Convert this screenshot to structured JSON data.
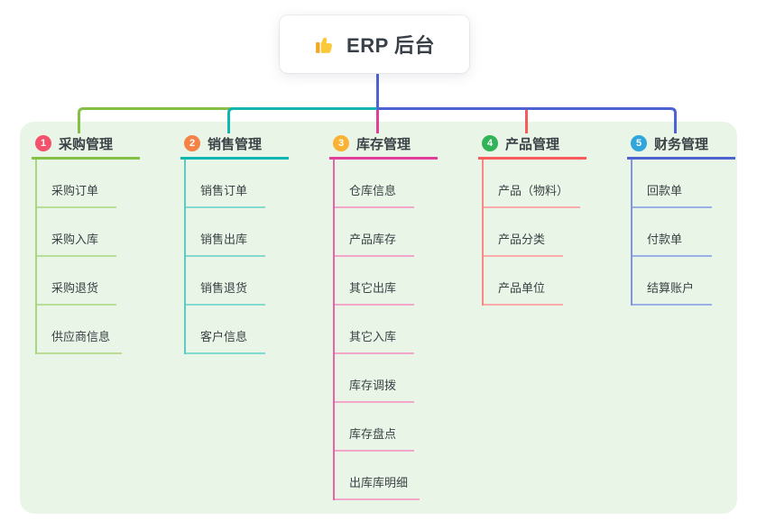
{
  "root": {
    "label": "ERP 后台",
    "icon": "thumbs-up-icon",
    "icon_colors": {
      "hand": "#fcc93d",
      "sleeve": "#f2a723"
    },
    "box_background": "#ffffff",
    "text_color": "#3a4048",
    "trunk_color": "#4e63d2"
  },
  "panel": {
    "background": "#e9f6e7"
  },
  "text_color": "#3c4146",
  "branches": [
    {
      "number": "1",
      "label": "采购管理",
      "badge_color": "#f4516c",
      "line_color": "#84bf46",
      "spine_color": "#a9d580",
      "sub_line_color": "#b9dd94",
      "items": [
        "采购订单",
        "采购入库",
        "采购退货",
        "供应商信息"
      ]
    },
    {
      "number": "2",
      "label": "销售管理",
      "badge_color": "#f58345",
      "line_color": "#13b5b1",
      "spine_color": "#5fcac3",
      "sub_line_color": "#84d8d2",
      "items": [
        "销售订单",
        "销售出库",
        "销售退货",
        "客户信息"
      ]
    },
    {
      "number": "3",
      "label": "库存管理",
      "badge_color": "#f9b234",
      "line_color": "#e03e98",
      "spine_color": "#e863a7",
      "sub_line_color": "#f4a6ca",
      "items": [
        "仓库信息",
        "产品库存",
        "其它出库",
        "其它入库",
        "库存调拨",
        "库存盘点",
        "出库库明细"
      ]
    },
    {
      "number": "4",
      "label": "产品管理",
      "badge_color": "#33b357",
      "line_color": "#f95b5b",
      "spine_color": "#f88787",
      "sub_line_color": "#fbaaaa",
      "items": [
        "产品（物料）",
        "产品分类",
        "产品单位"
      ]
    },
    {
      "number": "5",
      "label": "财务管理",
      "badge_color": "#30a6db",
      "line_color": "#4e63d2",
      "spine_color": "#7f97e0",
      "sub_line_color": "#9cb0e8",
      "items": [
        "回款单",
        "付款单",
        "结算账户"
      ]
    }
  ]
}
